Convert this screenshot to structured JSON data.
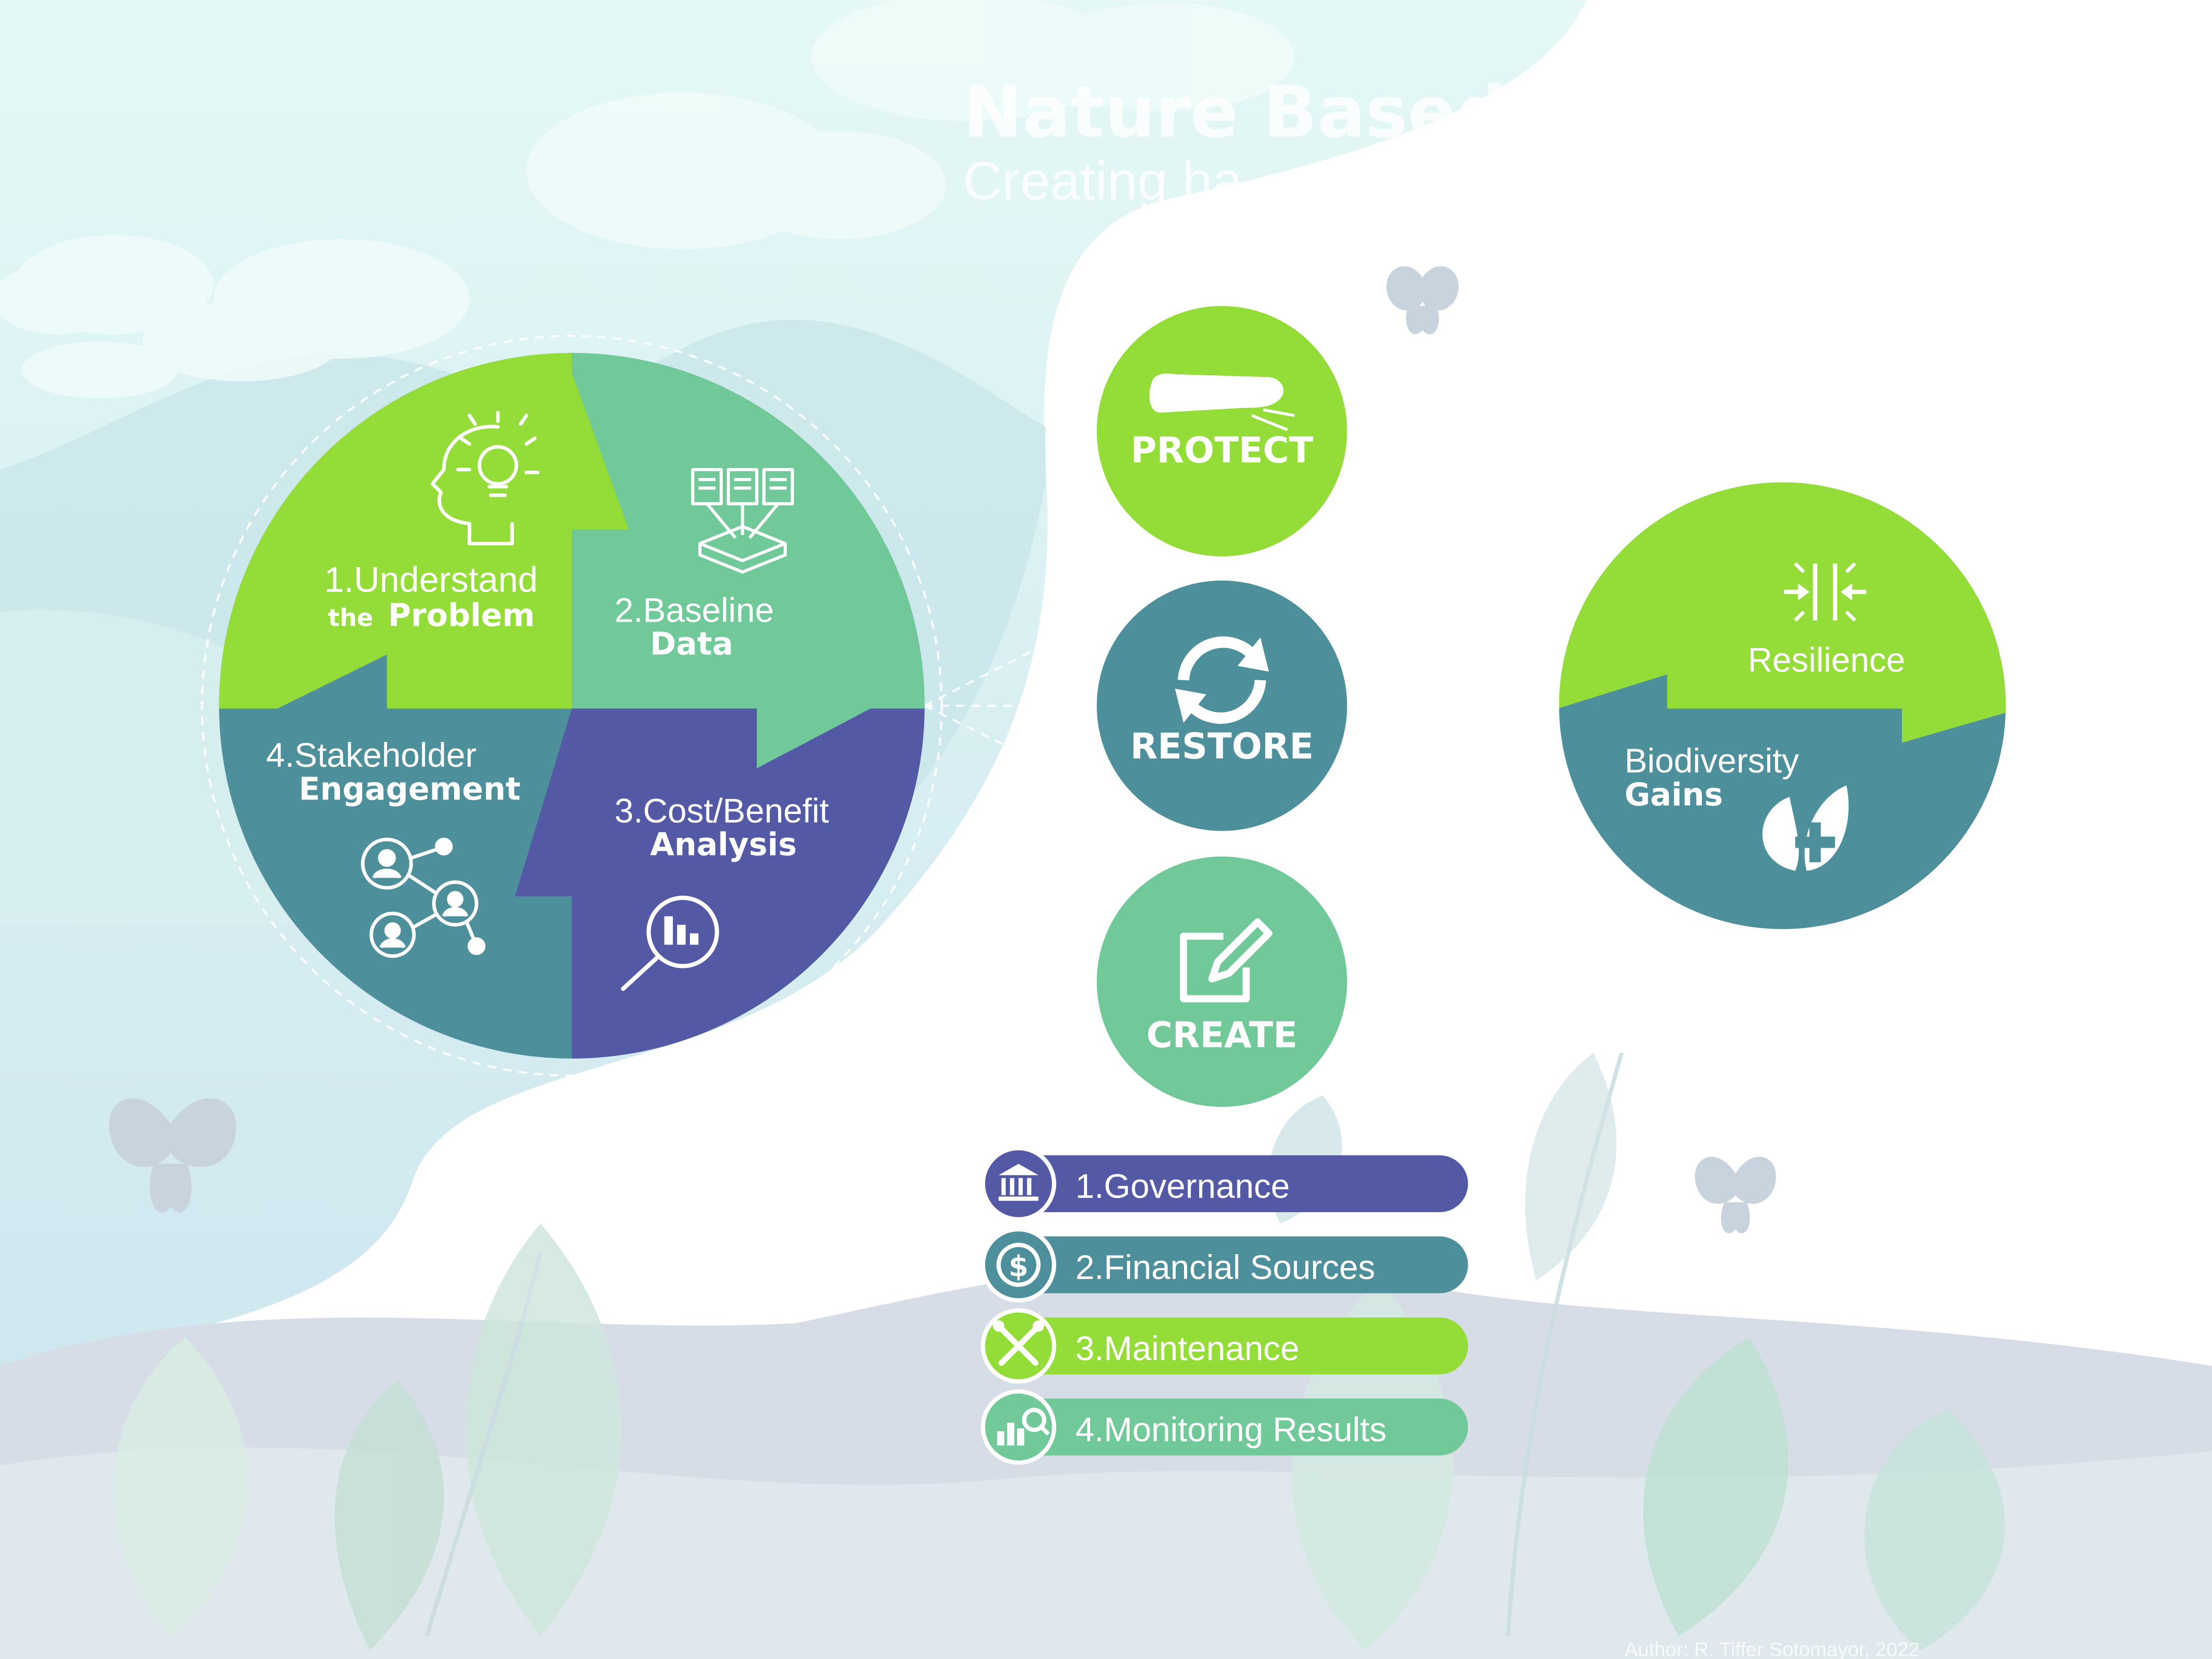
{
  "title": {
    "main": "Nature Based S",
    "subtitle": "Creating ha"
  },
  "cycle": {
    "q1": {
      "line1": "1.Understand",
      "line2a": "the",
      "line2b": "Problem",
      "icon": "idea-head-icon"
    },
    "q2": {
      "line1": "2.Baseline",
      "line2": "Data",
      "icon": "data-documents-icon"
    },
    "q3": {
      "line1": "3.Cost/Benefit",
      "line2": "Analysis",
      "icon": "analysis-magnifier-icon"
    },
    "q4": {
      "line1": "4.Stakeholder",
      "line2": "Engagement",
      "icon": "stakeholder-network-icon"
    }
  },
  "actions": [
    {
      "label": "PROTECT",
      "icon": "hand-icon",
      "color": "#8fd63b"
    },
    {
      "label": "RESTORE",
      "icon": "refresh-icon",
      "color": "#4e8f9c"
    },
    {
      "label": "CREATE",
      "icon": "edit-icon",
      "color": "#71c99a"
    }
  ],
  "outcome": {
    "top": "Resilience",
    "bottom1": "Biodiversity",
    "bottom2": "Gains",
    "top_icon": "compress-arrows-icon",
    "bottom_icon": "leaf-plus-icon"
  },
  "factors": [
    {
      "label": "1.Governance",
      "icon": "institution-icon",
      "color": "#5459a6"
    },
    {
      "label": "2.Financial Sources",
      "icon": "dollar-icon",
      "color": "#4e8f9c"
    },
    {
      "label": "3.Maintenance",
      "icon": "tools-icon",
      "color": "#94dc38"
    },
    {
      "label": "4.Monitoring Results",
      "icon": "monitoring-icon",
      "color": "#71c99a"
    }
  ],
  "author": "Author: R. Tiffer Sotomayor, 2022",
  "colors": {
    "green": "#94dc38",
    "mint": "#71c99a",
    "teal": "#4e8f9c",
    "indigo": "#5459a6"
  }
}
